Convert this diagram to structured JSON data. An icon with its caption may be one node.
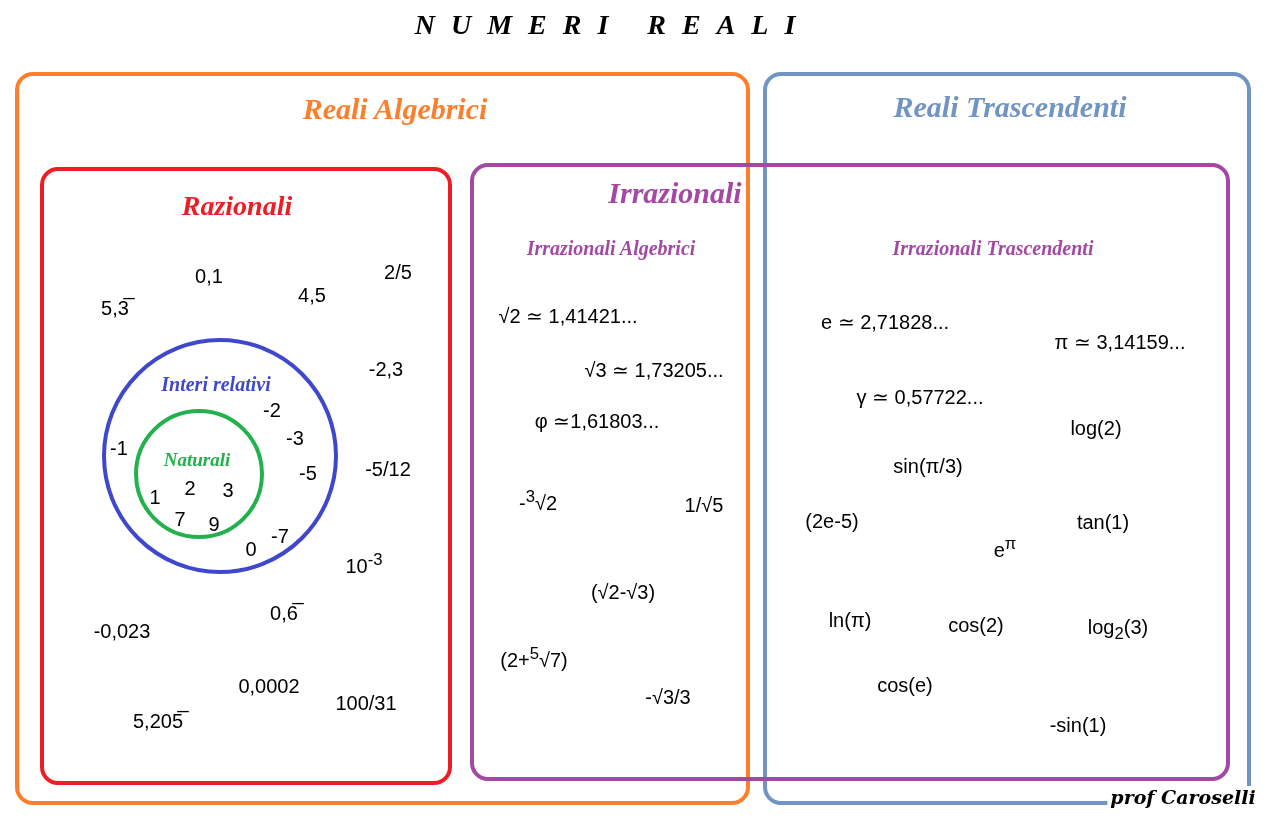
{
  "diagram": {
    "title": "NUMERI REALI",
    "nodes": [
      {
        "text": [
          "Reali Algebrici"
        ]
      },
      {
        "text": [
          "Reali Trascendenti",
          "Irrazionali Trascendenti",
          "e ≃ 2,71828...",
          "π ≃ 3,14159...",
          "γ ≃ 0,57722...",
          "log(2)",
          "sin(π/3)",
          "(2e-5)",
          "tan(1)",
          "e$^{π}$",
          "ln(π)",
          "cos(2)",
          "log$_{2}$(3)",
          "cos(e)",
          "-sin(1)"
        ]
      },
      {
        "text": [
          "Razionali",
          "0,1",
          "5,3̅",
          "4,5",
          "2/5",
          "-2,3",
          "-5/12",
          "10$^{-3}$",
          "0,6̅",
          "-0,023",
          "0,0002",
          "100/31",
          "5,205̅"
        ],
        "in": 0
      },
      {
        "text": [
          "Irrazionali",
          "Irrazionali Algebrici",
          "√2 ≃ 1,41421...",
          "√3 ≃ 1,73205...",
          "φ ≃1,61803...",
          "-$^{3}$√2",
          "1/√5",
          "(√2-√3)",
          "(2+$^{5}$√7)",
          "-√3/3"
        ]
      },
      {
        "text": [
          "Interi relativi",
          "-1",
          "-2",
          "-3",
          "-5",
          "0",
          "-7"
        ],
        "in": 2
      },
      {
        "text": [
          "Naturali",
          "1",
          "2",
          "3",
          "7",
          "9"
        ],
        "in": 4
      }
    ],
    "labels": [
      "prof Caroselli"
    ]
  }
}
